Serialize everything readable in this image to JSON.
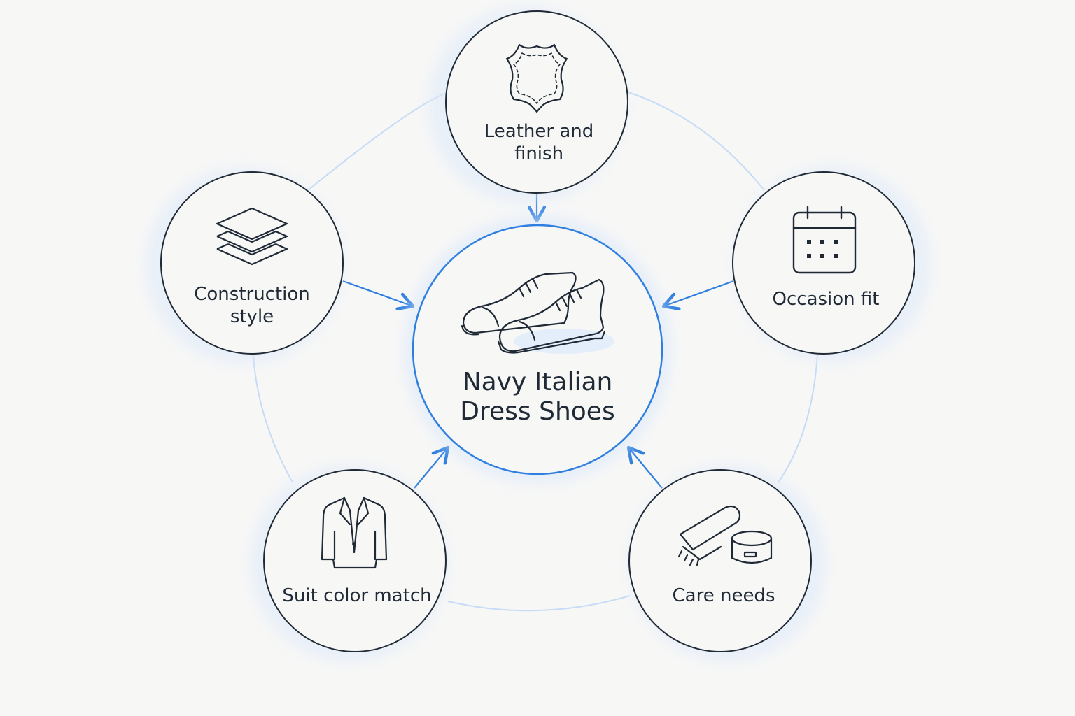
{
  "diagram": {
    "center": {
      "title": "Navy Italian\nDress Shoes",
      "icon": "dress-shoes-icon"
    },
    "nodes": [
      {
        "id": "leather",
        "label": "Leather and\nfinish",
        "icon": "leather-hide-icon"
      },
      {
        "id": "occasion",
        "label": "Occasion fit",
        "icon": "calendar-icon"
      },
      {
        "id": "care",
        "label": "Care needs",
        "icon": "shoe-brush-polish-icon"
      },
      {
        "id": "suit",
        "label": "Suit color match",
        "icon": "suit-jacket-icon"
      },
      {
        "id": "construction",
        "label": "Construction\nstyle",
        "icon": "layers-icon"
      }
    ],
    "colors": {
      "accent": "#2f7fe0",
      "ring": "#bcd6f5",
      "stroke": "#1f2a36",
      "glow": "#dbe9fb",
      "background": "#f7f7f6"
    }
  }
}
